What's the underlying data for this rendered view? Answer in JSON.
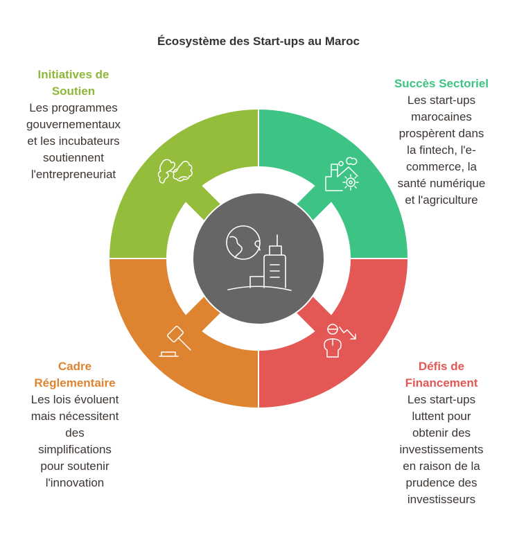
{
  "title": "Écosystème des Start-ups au Maroc",
  "colors": {
    "soutien": "#93BD3A",
    "succes": "#3DC484",
    "cadre": "#DE8431",
    "defis": "#E35754",
    "center": "#666666"
  },
  "sections": {
    "soutien": {
      "title_lines": [
        "Initiatives de",
        "Soutien"
      ],
      "body_lines": [
        "Les programmes",
        "gouvernementaux",
        "et les incubateurs",
        "soutiennent",
        "l'entrepreneuriat"
      ],
      "icon": "handshake-icon"
    },
    "succes": {
      "title_lines": [
        "Succès Sectoriel"
      ],
      "body_lines": [
        "Les start-ups",
        "marocaines",
        "prospèrent dans",
        "la fintech, l'e-",
        "commerce, la",
        "santé numérique",
        "et l'agriculture"
      ],
      "icon": "factory-gear-icon"
    },
    "cadre": {
      "title_lines": [
        "Cadre",
        "Réglementaire"
      ],
      "body_lines": [
        "Les lois évoluent",
        "mais nécessitent",
        "des",
        "simplifications",
        "pour soutenir",
        "l'innovation"
      ],
      "icon": "gavel-icon"
    },
    "defis": {
      "title_lines": [
        "Défis de",
        "Financement"
      ],
      "body_lines": [
        "Les start-ups",
        "luttent pour",
        "obtenir des",
        "investissements",
        "en raison de la",
        "prudence des",
        "investisseurs"
      ],
      "icon": "person-declining-icon"
    }
  }
}
